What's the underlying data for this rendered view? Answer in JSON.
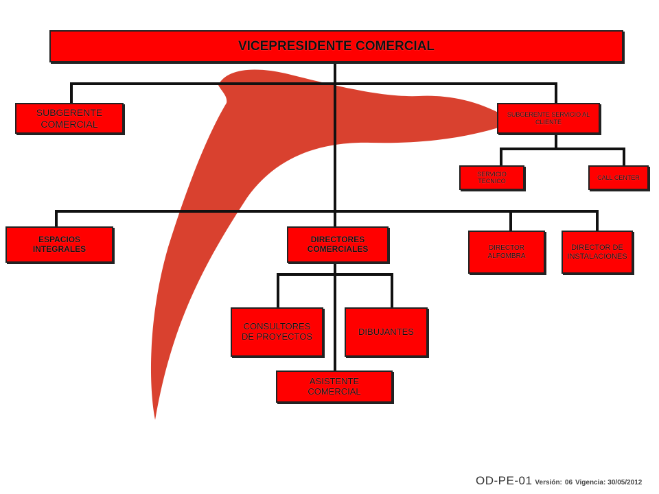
{
  "org_chart": {
    "colors": {
      "box_fill": "#ff0000",
      "box_border": "#222222",
      "swoosh": "#d9412f",
      "connector": "#111111"
    },
    "nodes": {
      "vicepresidente": "VICEPRESIDENTE COMERCIAL",
      "subgerente_comercial": "SUBGERENTE COMERCIAL",
      "subgerente_servicio": "SUBGERENTE  SERVICIO AL CLIENTE",
      "servicio_tecnico": "SERVICIO TECNICO",
      "call_center": "CALL CENTER",
      "espacios_integrales": "ESPACIOS INTEGRALES",
      "directores_comerciales": "DIRECTORES COMERCIALES",
      "director_alfombra": "DIRECTOR ALFOMBRA",
      "director_instalaciones": "DIRECTOR DE INSTALACIONES",
      "consultores_proyectos": "CONSULTORES DE PROYECTOS",
      "dibujantes": "DIBUJANTES",
      "asistente_comercial": "ASISTENTE COMERCIAL"
    }
  },
  "footer": {
    "code": "OD-PE-01",
    "version_label": "Versión:",
    "version": "06",
    "vigencia_label": "Vigencia:",
    "vigencia": "30/05/2012"
  }
}
